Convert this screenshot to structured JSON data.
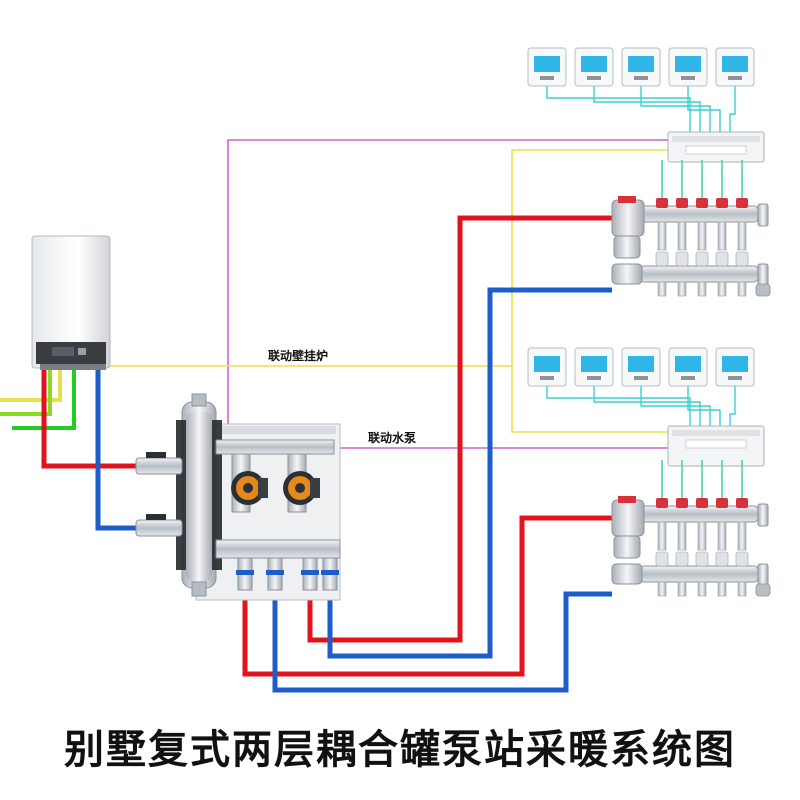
{
  "title": "别墅复式两层耦合罐泵站采暖系统图",
  "labels": {
    "boiler_link": "联动壁挂炉",
    "pump_link": "联动水泵"
  },
  "colors": {
    "supply": "#e0141e",
    "return": "#1d5cc9",
    "signal_violet": "#cc66cc",
    "signal_yellow": "#e8e04a",
    "signal_green": "#22cc22",
    "signal_cyan": "#3ccfcf",
    "thermostat_screen": "#2fb6e6",
    "metal": "#c8ccd2",
    "pump_body": "#e38a1a"
  },
  "floors": [
    {
      "thermostat_count": 5,
      "loop_count": 5
    },
    {
      "thermostat_count": 5,
      "loop_count": 5
    }
  ],
  "icons": {
    "boiler": "wall-boiler",
    "buffer_tank": "coupling-tank",
    "pump": "circulation-pump",
    "thermostat": "room-thermostat",
    "manifold": "floor-manifold",
    "wiring_center": "control-box"
  }
}
